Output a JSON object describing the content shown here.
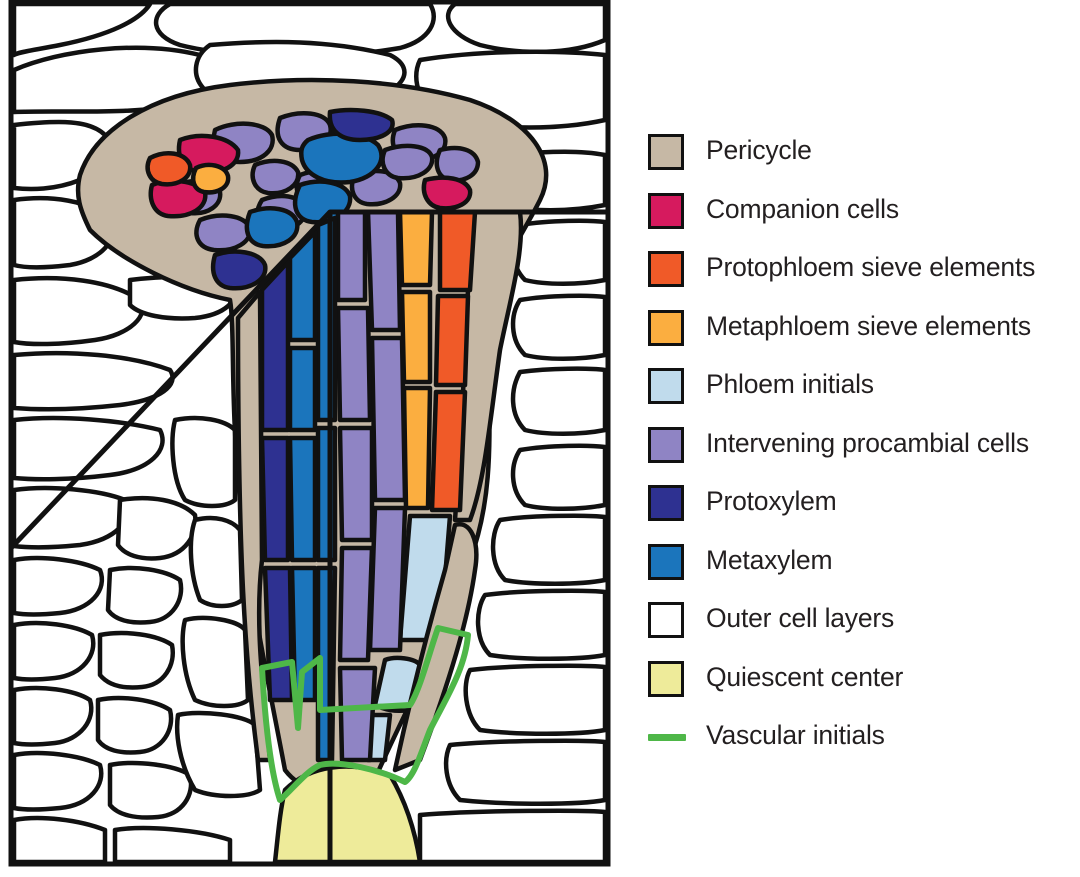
{
  "legend": {
    "items": [
      {
        "id": "pericycle",
        "label": "Pericycle",
        "color": "#c6b8a5",
        "kind": "box"
      },
      {
        "id": "companion",
        "label": "Companion cells",
        "color": "#d61a5e",
        "kind": "box"
      },
      {
        "id": "protophloem",
        "label": "Protophloem sieve elements",
        "color": "#f05a28",
        "kind": "box"
      },
      {
        "id": "metaphloem",
        "label": "Metaphloem sieve elements",
        "color": "#fbae40",
        "kind": "box"
      },
      {
        "id": "phloem-init",
        "label": "Phloem initials",
        "color": "#c0dbec",
        "kind": "box"
      },
      {
        "id": "procambial",
        "label": "Intervening procambial cells",
        "color": "#8f84c4",
        "kind": "box"
      },
      {
        "id": "protoxylem",
        "label": "Protoxylem",
        "color": "#2e3191",
        "kind": "box"
      },
      {
        "id": "metaxylem",
        "label": "Metaxylem",
        "color": "#1b75bc",
        "kind": "box"
      },
      {
        "id": "outer",
        "label": "Outer cell layers",
        "color": "#ffffff",
        "kind": "box"
      },
      {
        "id": "qc",
        "label": "Quiescent center",
        "color": "#eeeb9a",
        "kind": "box"
      },
      {
        "id": "vascular-init",
        "label": "Vascular initials",
        "color": "#4eb748",
        "kind": "line"
      }
    ]
  }
}
